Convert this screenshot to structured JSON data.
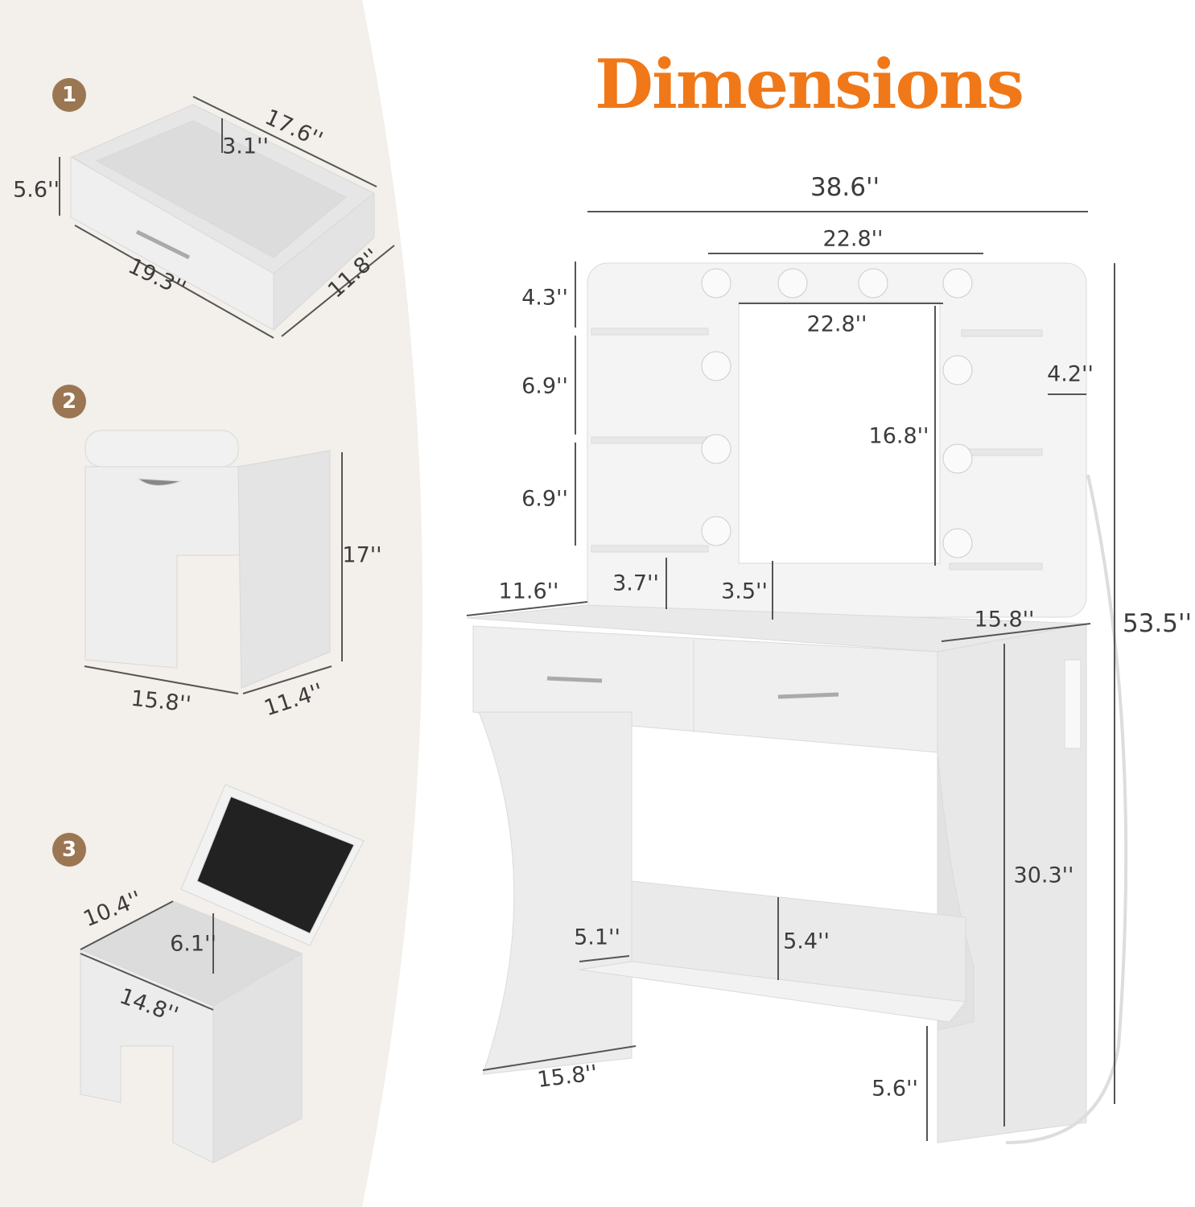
{
  "title": "Dimensions",
  "colors": {
    "title": "#f07818",
    "badge": "#9b7652",
    "left_panel": "#f3efea"
  },
  "panels": [
    {
      "badge": "1",
      "name": "drawer",
      "dims": {
        "length": "17.6''",
        "inner_height": "3.1''",
        "height": "5.6''",
        "width": "19.3''",
        "depth": "11.8''"
      }
    },
    {
      "badge": "2",
      "name": "stool",
      "dims": {
        "height": "17''",
        "width": "15.8''",
        "depth": "11.4''"
      }
    },
    {
      "badge": "3",
      "name": "stool-open",
      "dims": {
        "depth": "10.4''",
        "inner_height": "6.1''",
        "width": "14.8''"
      }
    }
  ],
  "vanity": {
    "total_width": "38.6''",
    "light_span": "22.8''",
    "mirror_width": "22.8''",
    "top_shelf": "4.3''",
    "shelf_1": "6.9''",
    "shelf_2": "6.9''",
    "side_depth": "4.2''",
    "mirror_height": "16.8''",
    "small_shelf": "3.7''",
    "top_depth": "11.6''",
    "mirror_gap": "3.5''",
    "right_depth": "15.8''",
    "total_height": "53.5''",
    "desk_height": "30.3''",
    "bottom_shelf_depth": "5.1''",
    "bottom_shelf_height": "5.4''",
    "leg_depth": "15.8''",
    "floor_clearance": "5.6''"
  }
}
